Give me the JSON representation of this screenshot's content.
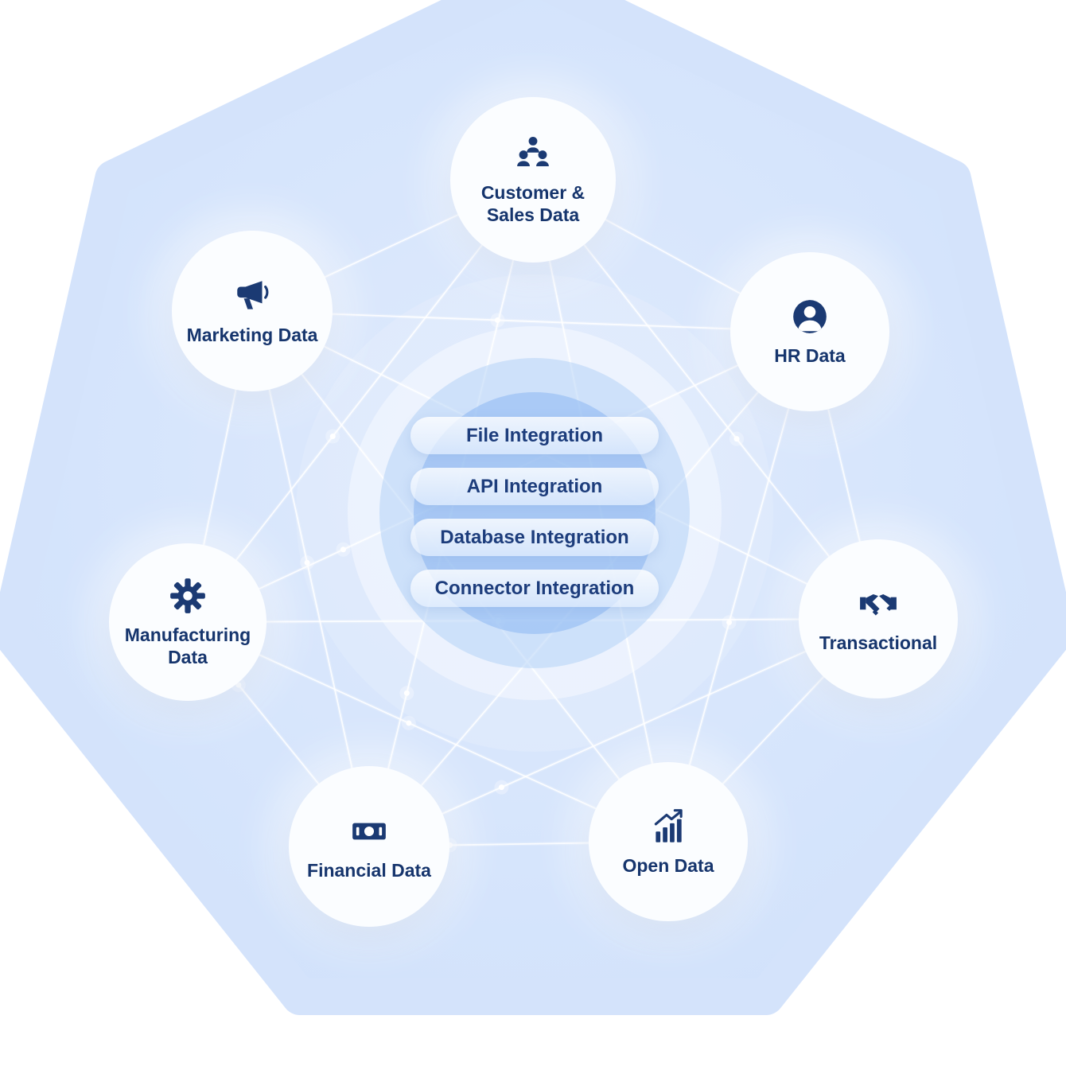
{
  "diagram": {
    "center": {
      "items": [
        "File Integration",
        "API Integration",
        "Database Integration",
        "Connector Integration"
      ]
    },
    "nodes": [
      {
        "label": "Customer & Sales Data",
        "icon": "users-group-icon"
      },
      {
        "label": "HR Data",
        "icon": "person-icon"
      },
      {
        "label": "Transactional",
        "icon": "handshake-icon"
      },
      {
        "label": "Open Data",
        "icon": "chart-growth-icon"
      },
      {
        "label": "Financial Data",
        "icon": "banknote-icon"
      },
      {
        "label": "Manufacturing Data",
        "icon": "gear-icon"
      },
      {
        "label": "Marketing Data",
        "icon": "megaphone-icon"
      }
    ],
    "colors": {
      "accent": "#1b3a73",
      "background": "#d6e5fc",
      "node_background": "#fbfdff",
      "line": "#ffffff",
      "label_text": "#16356d",
      "pill_text": "#1d3d7c"
    }
  }
}
